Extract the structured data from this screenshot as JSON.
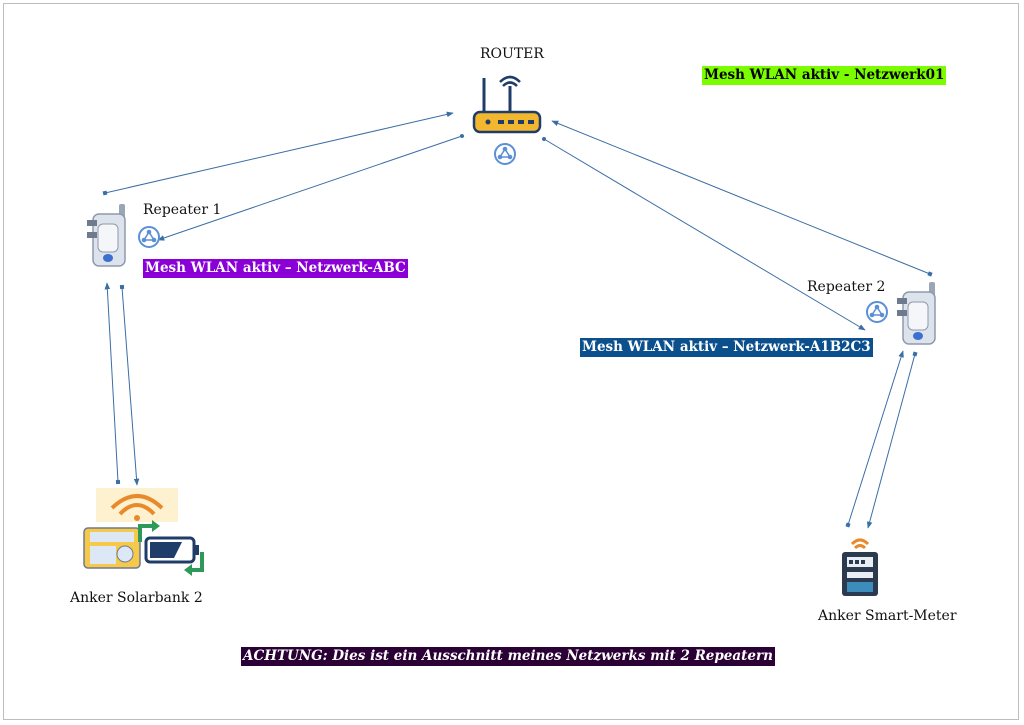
{
  "nodes": {
    "router": "ROUTER",
    "repeater1": "Repeater 1",
    "repeater2": "Repeater 2",
    "solarbank": "Anker Solarbank 2",
    "smartmeter": "Anker Smart-Meter"
  },
  "mesh_tags": {
    "router": {
      "text": "Mesh WLAN aktiv - Netzwerk01",
      "bg": "#7CFC00",
      "fg": "#000000"
    },
    "repeater1": {
      "text": "Mesh WLAN aktiv – Netzwerk-ABC",
      "bg": "#8B00D6",
      "fg": "#ffffff"
    },
    "repeater2": {
      "text": "Mesh WLAN aktiv – Netzwerk-A1B2C3",
      "bg": "#0B4F8C",
      "fg": "#ffffff"
    }
  },
  "warning": {
    "text": "ACHTUNG: Dies ist ein Ausschnitt meines Netzwerks mit 2 Repeatern",
    "bg": "#2A0035",
    "fg": "#ffffff"
  },
  "icons": {
    "router": "router-icon",
    "repeater": "wifi-repeater-plug-icon",
    "mesh": "mesh-network-icon",
    "solarbank": "solar-battery-inverter-icon",
    "smartmeter": "smart-meter-icon"
  },
  "colors": {
    "link": "#3A6EA5",
    "router_body": "#F2B72E",
    "router_dark": "#1F3D68"
  }
}
